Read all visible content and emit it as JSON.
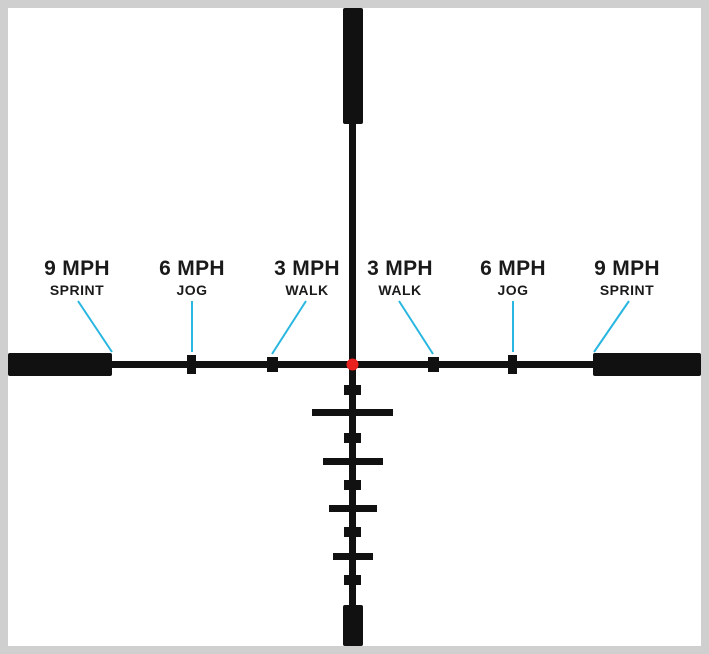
{
  "colors": {
    "frame": "#cfcfcf",
    "background": "#ffffff",
    "reticle": "#111111",
    "center_dot": "#e8201e",
    "leader_line": "#29b6e0"
  },
  "lead_marks": [
    {
      "speed": "9 MPH",
      "pace": "SPRINT"
    },
    {
      "speed": "6 MPH",
      "pace": "JOG"
    },
    {
      "speed": "3 MPH",
      "pace": "WALK"
    },
    {
      "speed": "3 MPH",
      "pace": "WALK"
    },
    {
      "speed": "6 MPH",
      "pace": "JOG"
    },
    {
      "speed": "9 MPH",
      "pace": "SPRINT"
    }
  ]
}
